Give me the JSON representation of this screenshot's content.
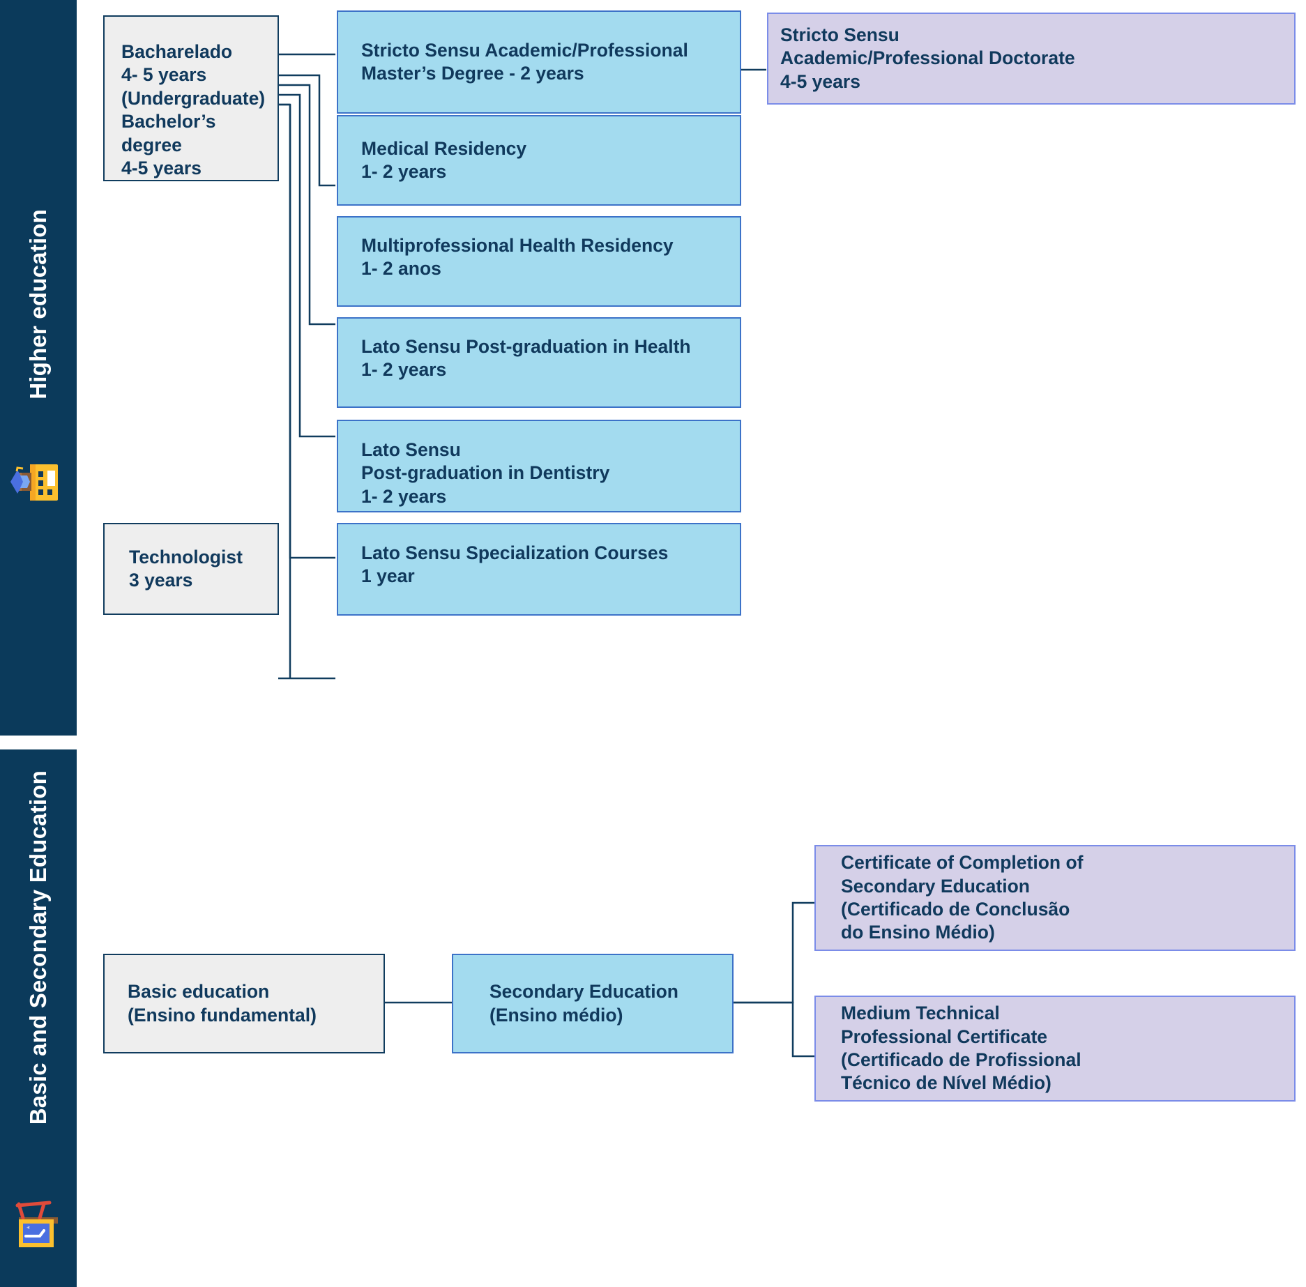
{
  "sidebar": {
    "sections": [
      {
        "id": "higher-education",
        "label": "Higher  education",
        "icon": "school-building-icon",
        "color": "#0b3a5b"
      },
      {
        "id": "basic-secondary-education",
        "label": "Basic and Secondary Education",
        "icon": "classroom-easel-icon",
        "color": "#0b3a5b"
      }
    ]
  },
  "colors": {
    "band": "#0b3a5b",
    "gray_fill": "#eeeeee",
    "gray_border": "#103c5e",
    "blue_fill": "#a3dbef",
    "blue_border": "#3c72c8",
    "purple_fill": "#d5d0e8",
    "purple_border": "#7b8ce8",
    "text": "#10395c",
    "connector": "#103c5e"
  },
  "higher_education": {
    "entry_nodes": [
      {
        "id": "bacharelado",
        "text": "Bacharelado\n4- 5 years\n(Undergraduate)\nBachelor’s degree\n4-5 years",
        "style": "gray"
      },
      {
        "id": "technologist",
        "text": "Technologist\n3 years",
        "style": "gray"
      }
    ],
    "programs": [
      {
        "id": "masters",
        "text": "Stricto Sensu Academic/Professional\nMaster’s Degree - 2 years",
        "style": "blue"
      },
      {
        "id": "medical-residency",
        "text": "Medical Residency\n1- 2 years",
        "style": "blue"
      },
      {
        "id": "multiprofessional-health-residency",
        "text": "Multiprofessional Health Residency\n 1- 2 anos",
        "style": "blue"
      },
      {
        "id": "lato-sensu-health",
        "text": "Lato Sensu Post-graduation in Health\n1- 2 years",
        "style": "blue"
      },
      {
        "id": "lato-sensu-dentistry",
        "text": "Lato Sensu\n Post-graduation in Dentistry\n1- 2 years",
        "style": "blue"
      },
      {
        "id": "lato-sensu-specialization",
        "text": "Lato Sensu Specialization Courses\n1 year",
        "style": "blue"
      }
    ],
    "terminal": [
      {
        "id": "doctorate",
        "text": "Stricto Sensu\nAcademic/Professional Doctorate\n4-5 years",
        "style": "purple"
      }
    ]
  },
  "basic_secondary_education": {
    "nodes": [
      {
        "id": "basic-education",
        "text": "Basic education\n(Ensino fundamental)",
        "style": "gray"
      },
      {
        "id": "secondary-education",
        "text": "Secondary Education\n(Ensino médio)",
        "style": "blue"
      },
      {
        "id": "certificate-completion-secondary",
        "text": "Certificate of Completion of\nSecondary Education\n(Certificado de Conclusão\ndo Ensino Médio)",
        "style": "purple"
      },
      {
        "id": "medium-technical-certificate",
        "text": "Medium Technical\nProfessional Certificate\n(Certificado de Profissional\nTécnico de Nível Médio)",
        "style": "purple"
      }
    ]
  }
}
